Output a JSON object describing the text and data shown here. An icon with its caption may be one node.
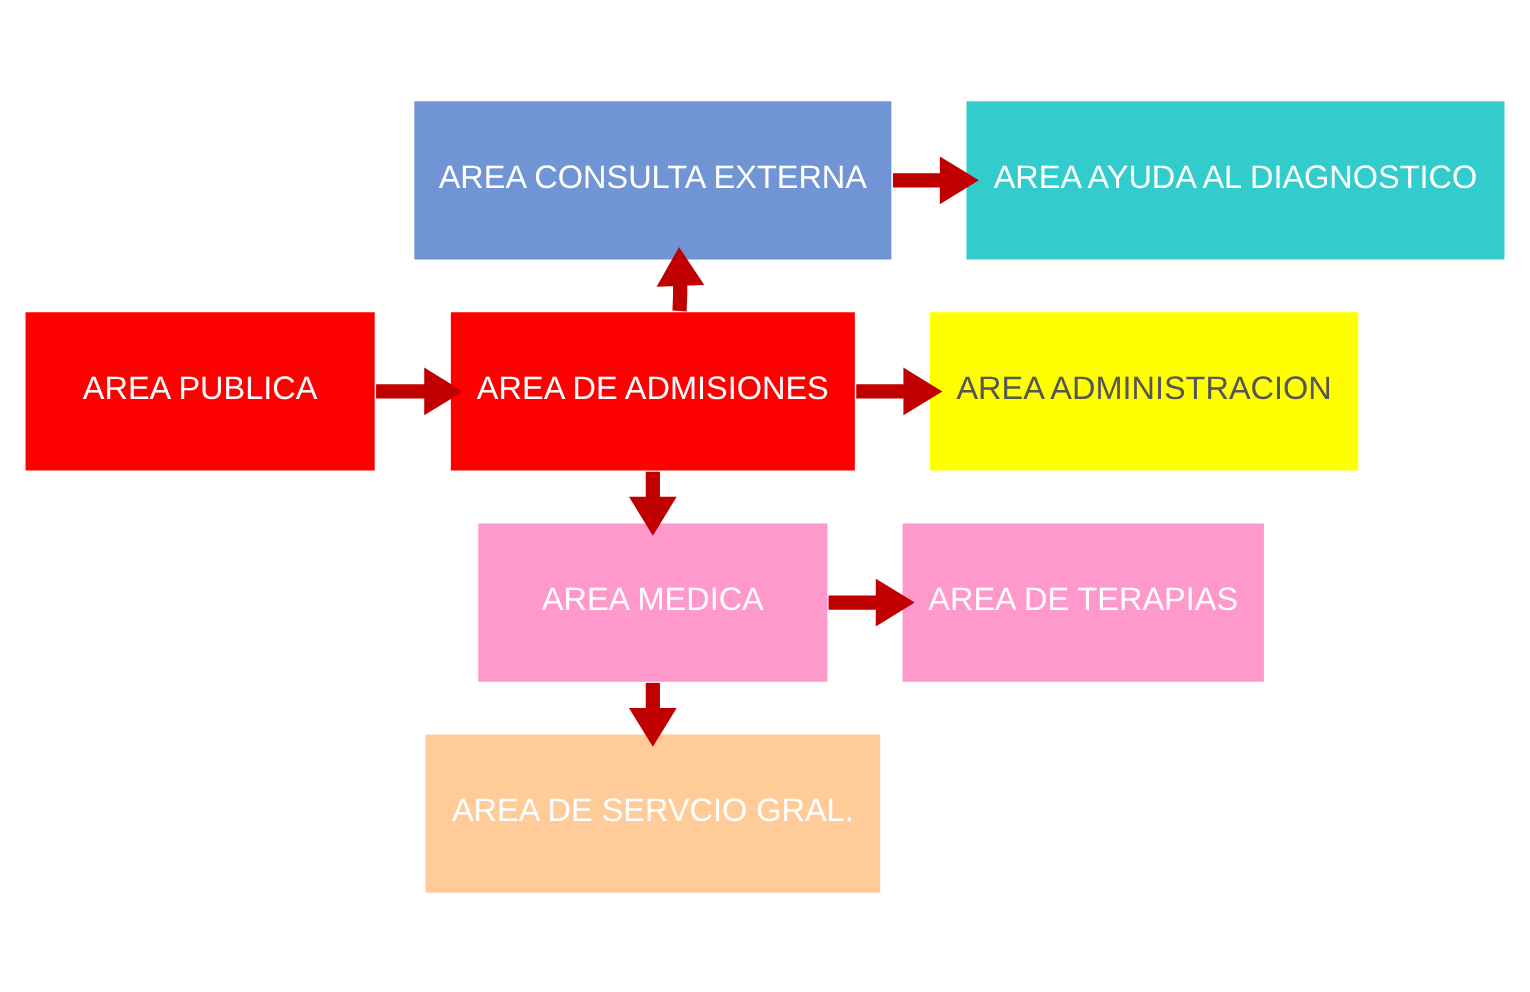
{
  "diagram": {
    "nodes": [
      {
        "text": [
          "AREA PUBLICA"
        ]
      },
      {
        "text": [
          "AREA CONSULTA EXTERNA"
        ]
      },
      {
        "text": [
          "AREA AYUDA AL DIAGNOSTICO"
        ]
      },
      {
        "text": [
          "AREA DE ADMISIONES"
        ]
      },
      {
        "text": [
          "AREA ADMINISTRACION"
        ]
      },
      {
        "text": [
          "AREA MEDICA"
        ]
      },
      {
        "text": [
          "AREA DE TERAPIAS"
        ]
      },
      {
        "text": [
          "AREA DE SERVCIO GRAL."
        ]
      }
    ],
    "edges": [
      {
        "from": 0,
        "to": 3,
        "arrow": "to"
      },
      {
        "from": 3,
        "to": 1,
        "arrow": "to"
      },
      {
        "from": 1,
        "to": 2,
        "arrow": "to"
      },
      {
        "from": 3,
        "to": 4,
        "arrow": "to"
      },
      {
        "from": 3,
        "to": 5,
        "arrow": "to"
      },
      {
        "from": 5,
        "to": 6,
        "arrow": "to"
      },
      {
        "from": 5,
        "to": 7,
        "arrow": "to"
      }
    ]
  }
}
